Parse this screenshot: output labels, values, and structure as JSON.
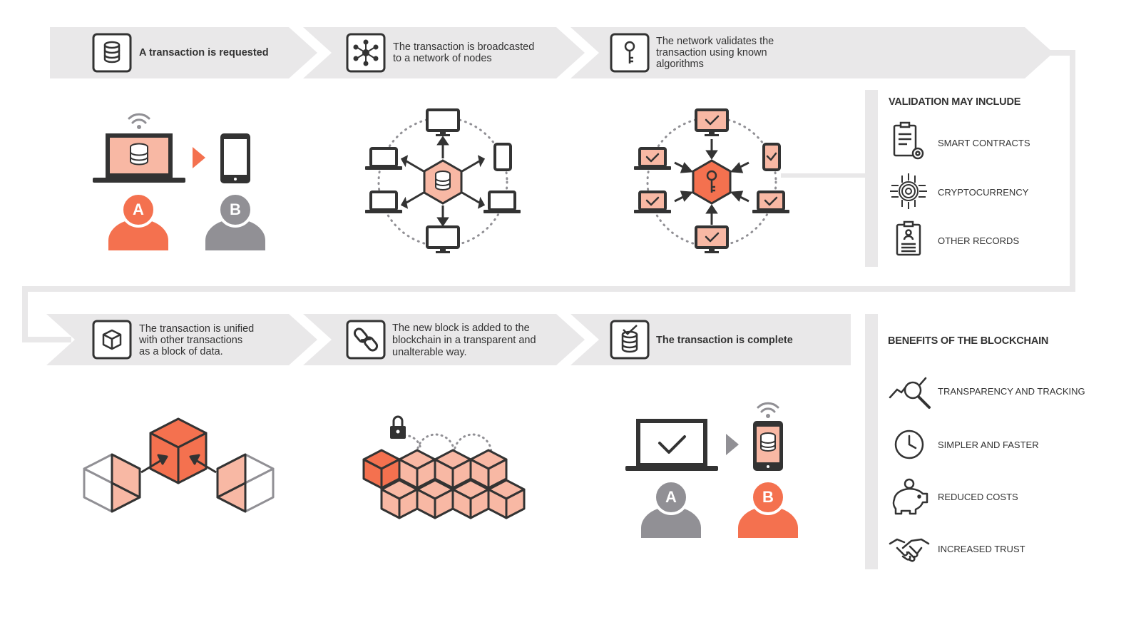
{
  "steps": [
    {
      "label": "A transaction is requested",
      "icon": "database-icon"
    },
    {
      "label": "The transaction is broadcasted to a network of nodes",
      "icon": "network-nodes-icon"
    },
    {
      "label": "The network validates the transaction using known algorithms",
      "icon": "key-icon"
    },
    {
      "label": "The transaction is unified with other transactions as a block of data.",
      "icon": "cube-icon"
    },
    {
      "label": "The new block is added to the blockchain in a transparent and unalterable way.",
      "icon": "chain-link-icon"
    },
    {
      "label": "The transaction is complete",
      "icon": "database-check-icon"
    }
  ],
  "step_lines": [
    [
      "A transaction is requested"
    ],
    [
      "The transaction is broadcasted",
      "to a network of nodes"
    ],
    [
      "The network validates the",
      "transaction using known",
      "algorithms"
    ],
    [
      "The transaction is unified",
      "with other transactions",
      "as a block of data."
    ],
    [
      "The new block is added to the",
      "blockchain in a transparent and",
      "unalterable way."
    ],
    [
      "The transaction is complete"
    ]
  ],
  "validation": {
    "title": "VALIDATION MAY INCLUDE",
    "items": [
      {
        "label": "SMART CONTRACTS",
        "icon": "contract-gear-icon"
      },
      {
        "label": "CRYPTOCURRENCY",
        "icon": "crypto-chip-icon"
      },
      {
        "label": "OTHER RECORDS",
        "icon": "record-clipboard-icon"
      }
    ]
  },
  "benefits": {
    "title": "BENEFITS OF THE BLOCKCHAIN",
    "items": [
      {
        "label": "TRANSPARENCY AND TRACKING",
        "icon": "magnifier-chart-icon"
      },
      {
        "label": "SIMPLER AND FASTER",
        "icon": "clock-icon"
      },
      {
        "label": "REDUCED COSTS",
        "icon": "piggy-bank-icon"
      },
      {
        "label": "INCREASED TRUST",
        "icon": "handshake-icon"
      }
    ]
  },
  "people": {
    "a": "A",
    "b": "B"
  },
  "colors": {
    "accent": "#f4714f",
    "accent_light": "#f8b8a4",
    "band": "#e9e8e9",
    "dark": "#333333",
    "gray": "#919095"
  }
}
